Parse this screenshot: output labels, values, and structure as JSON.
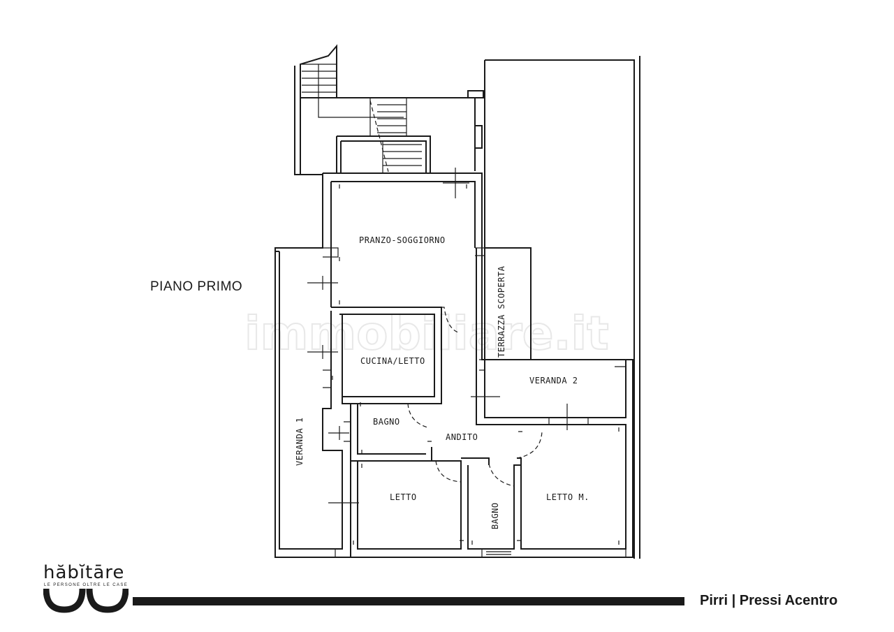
{
  "floor_title": "PIANO PRIMO",
  "rooms": {
    "pranzo_soggiorno": "PRANZO-SOGGIORNO",
    "cucina_letto": "CUCINA/LETTO",
    "bagno_1": "BAGNO",
    "andito": "ANDITO",
    "letto": "LETTO",
    "bagno_2": "BAGNO",
    "letto_m": "LETTO M.",
    "veranda_1": "VERANDA 1",
    "veranda_2": "VERANDA 2",
    "terrazza_scoperta": "TERRAZZA SCOPERTA"
  },
  "watermark": "immobiliare.it",
  "brand": {
    "name": "hăbĭtāre",
    "tagline": "LE PERSONE OLTRE LE CASE"
  },
  "location": "Pirri | Pressi Acentro",
  "colors": {
    "ink": "#1a1a1a",
    "watermark": "#e8e8e8",
    "background": "#ffffff"
  }
}
